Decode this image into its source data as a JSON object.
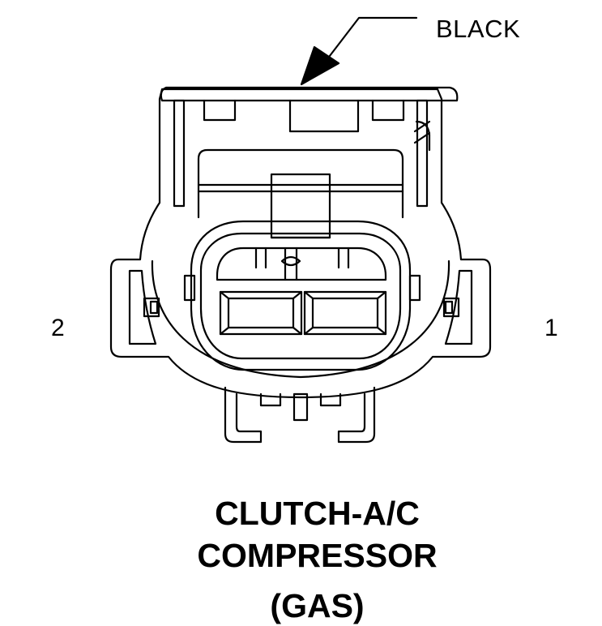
{
  "callout": {
    "color_label": "BLACK"
  },
  "pins": {
    "left": "2",
    "right": "1"
  },
  "title": {
    "line1": "CLUTCH-A/C",
    "line2": "COMPRESSOR",
    "line3": "(GAS)"
  }
}
